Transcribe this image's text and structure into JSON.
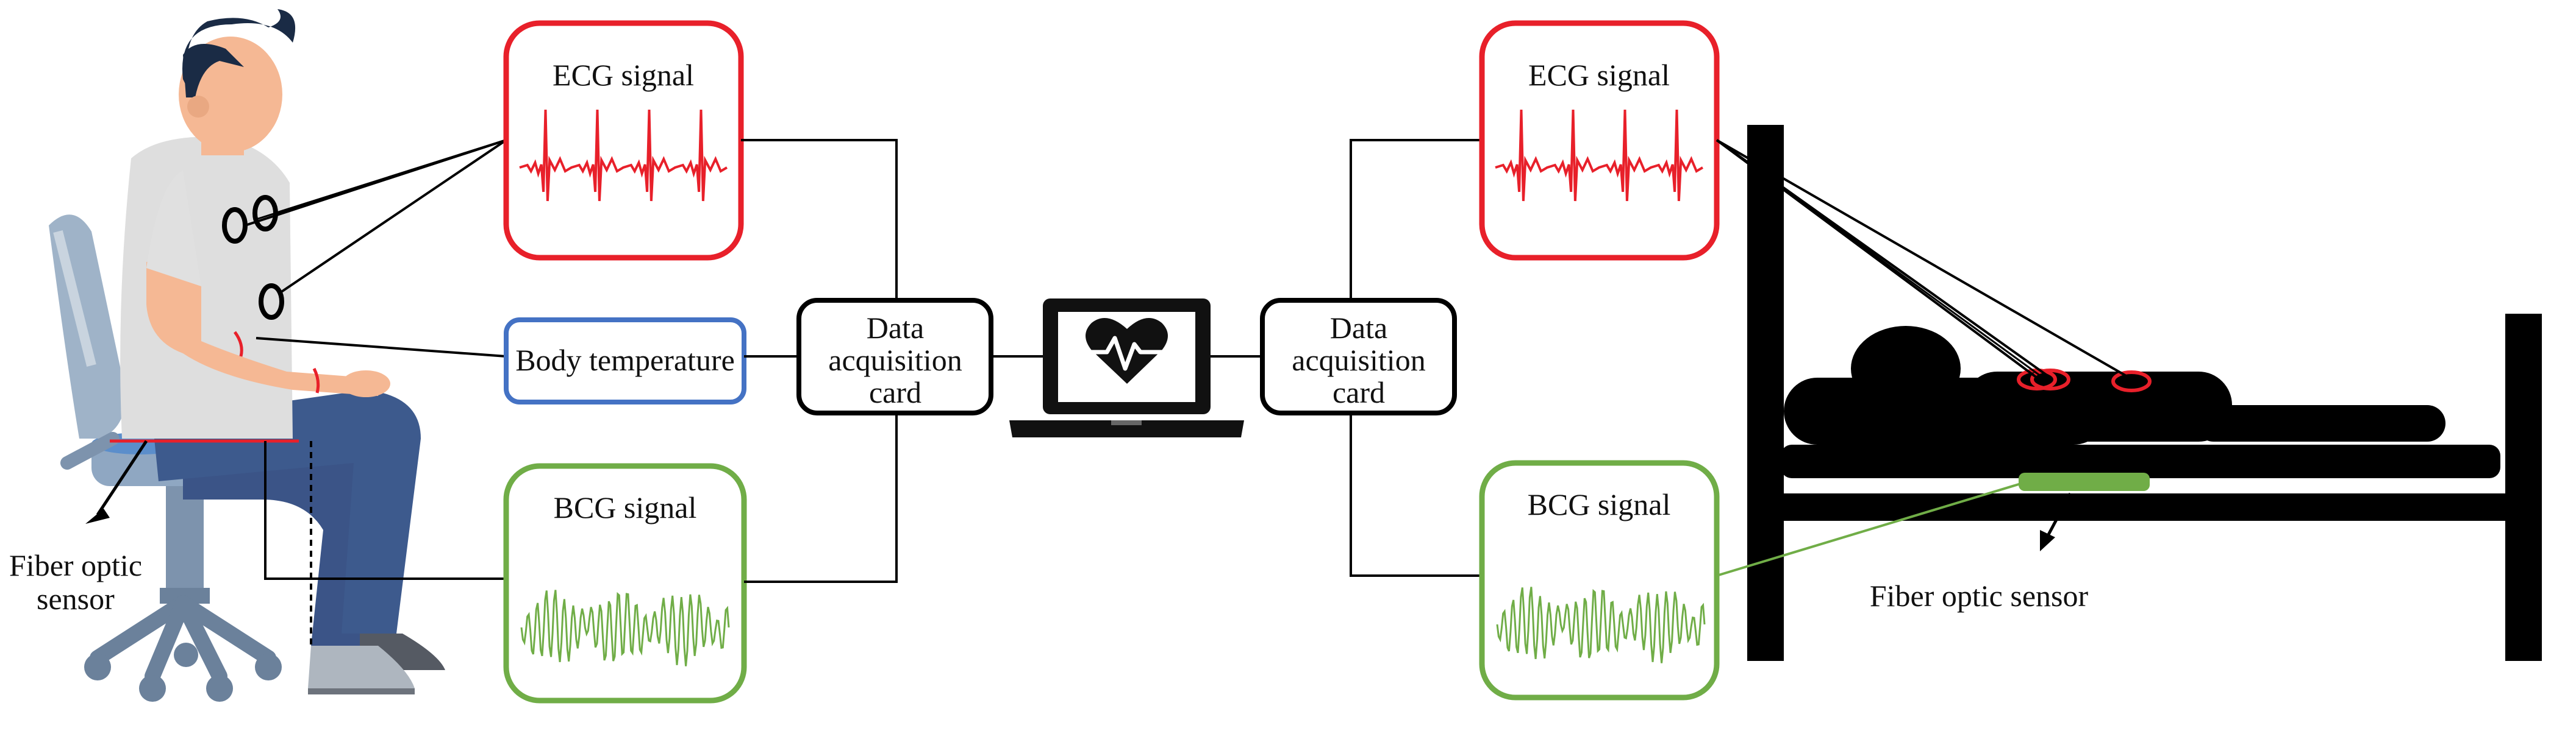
{
  "left": {
    "ecg_title": "ECG signal",
    "temperature_label": "Body temperature",
    "bcg_title": "BCG signal",
    "daq_line1": "Data",
    "daq_line2": "acquisition",
    "daq_line3": "card",
    "sensor_line1": "Fiber optic",
    "sensor_line2": "sensor"
  },
  "right": {
    "ecg_title": "ECG signal",
    "bcg_title": "BCG signal",
    "daq_line1": "Data",
    "daq_line2": "acquisition",
    "daq_line3": "card",
    "sensor_label": "Fiber optic sensor"
  },
  "colors": {
    "ecg": "#e8202a",
    "bcg": "#70ad47",
    "temperature": "#4472c4",
    "line": "#1a1a1a"
  },
  "icons": {
    "laptop": "laptop-heart-icon",
    "person": "seated-person-icon",
    "bed": "bed-patient-icon"
  }
}
